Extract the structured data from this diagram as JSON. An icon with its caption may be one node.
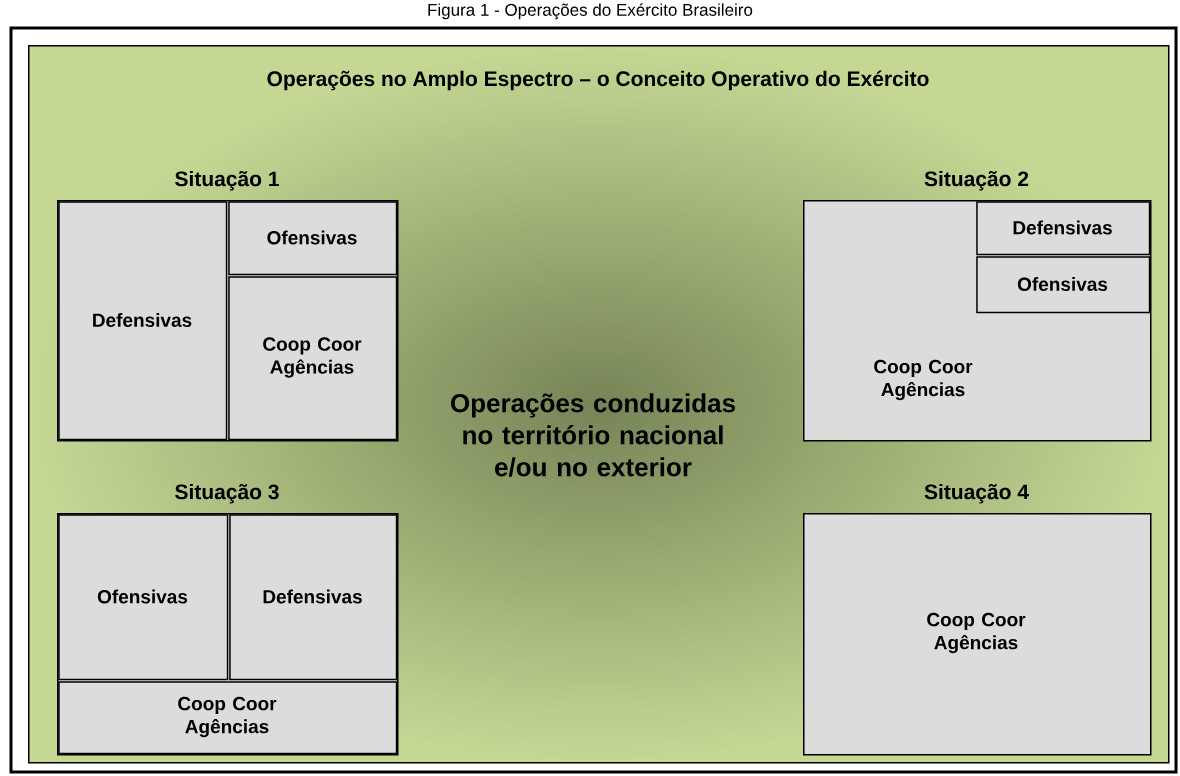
{
  "diagram": {
    "title": "Figura 1 - Operações do Exército Brasileiro",
    "nodes": [
      {
        "text": [
          "Operações no Amplo Espectro – o Conceito Operativo do Exército",
          "Operações conduzidas no território nacional e/ou no exterior"
        ]
      },
      {
        "text": [
          "Situação 1"
        ],
        "in": 0
      },
      {
        "text": [
          "Defensivas"
        ],
        "in": 1
      },
      {
        "text": [
          "Ofensivas"
        ],
        "in": 1
      },
      {
        "text": [
          "Coop Coor Agências"
        ],
        "in": 1
      },
      {
        "text": [
          "Situação 2",
          "Coop Coor Agências"
        ],
        "in": 0
      },
      {
        "text": [
          "Defensivas"
        ],
        "in": 5
      },
      {
        "text": [
          "Ofensivas"
        ],
        "in": 5
      },
      {
        "text": [
          "Situação 3"
        ],
        "in": 0
      },
      {
        "text": [
          "Ofensivas"
        ],
        "in": 8
      },
      {
        "text": [
          "Defensivas"
        ],
        "in": 8
      },
      {
        "text": [
          "Coop Coor Agências"
        ],
        "in": 8
      },
      {
        "text": [
          "Situação 4",
          "Coop Coor Agências"
        ],
        "in": 0
      }
    ]
  }
}
